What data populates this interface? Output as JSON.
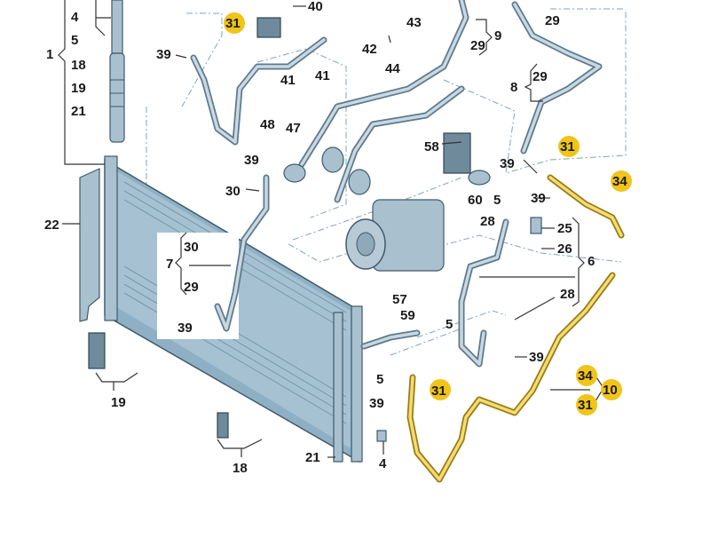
{
  "title": "Air conditioning condenser and refrigerant lines exploded parts diagram",
  "colors": {
    "highlight": "#f0c419",
    "highlighted_pipe": "#e8cf5a",
    "part_fill": "#a9c0cf",
    "part_outline": "#3f5a6b",
    "dash_lines": "#7fa3b8"
  },
  "groups": {
    "g1": {
      "number": "1",
      "members": [
        "4",
        "5",
        "18",
        "19",
        "21"
      ]
    },
    "g7": {
      "number": "7",
      "members": [
        "30",
        "29"
      ]
    },
    "g8": {
      "number": "8",
      "members": [
        "29"
      ]
    },
    "g9": {
      "number": "9",
      "members": [
        "29"
      ]
    },
    "g6": {
      "number": "6",
      "members": [
        "25",
        "26",
        "28"
      ]
    },
    "g10": {
      "number": "10",
      "members": [
        "34",
        "31"
      ]
    }
  },
  "labels": {
    "l4_top": "4",
    "l5_top": "5",
    "l18_top": "18",
    "l19_top": "19",
    "l21_top": "21",
    "l1": "1",
    "l39_a": "39",
    "l31_a": "31",
    "l40": "40",
    "l42": "42",
    "l43": "43",
    "l44": "44",
    "l41_a": "41",
    "l41_b": "41",
    "l48": "48",
    "l47": "47",
    "l29_top": "29",
    "l29_9": "29",
    "l9": "9",
    "l8": "8",
    "l29_8": "29",
    "l58": "58",
    "l60": "60",
    "l5_b": "5",
    "l39_b": "39",
    "l39_c": "39",
    "l31_b": "31",
    "l34_a": "34",
    "l28_a": "28",
    "l25": "25",
    "l26": "26",
    "l6": "6",
    "l28_b": "28",
    "l39_d": "39",
    "l30": "30",
    "l22": "22",
    "l30_7": "30",
    "l7": "7",
    "l29_7": "29",
    "l39_e": "39",
    "l57": "57",
    "l59": "59",
    "l5_c": "5",
    "l39_f": "39",
    "l5_d": "5",
    "l31_c": "31",
    "l39_g": "39",
    "l34_b": "34",
    "l10": "10",
    "l31_d": "31",
    "l19": "19",
    "l18": "18",
    "l21": "21",
    "l4_b": "4"
  },
  "highlighted_parts": [
    "31",
    "34",
    "10"
  ]
}
